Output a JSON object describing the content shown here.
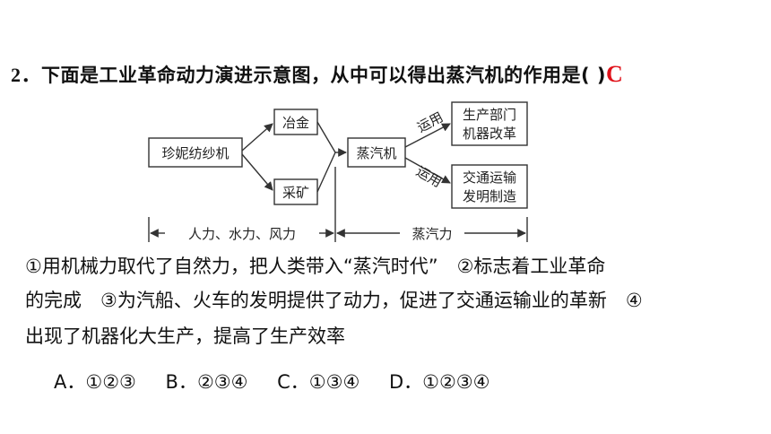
{
  "question": {
    "number": "2．",
    "stem": "下面是工业革命动力演进示意图，从中可以得出蒸汽机的作用是(",
    "close_paren": "  )",
    "answer": "C"
  },
  "diagram": {
    "spinning_jenny": "珍妮纺纱机",
    "metallurgy": "冶金",
    "mining": "采矿",
    "steam_engine": "蒸汽机",
    "apply_top": "运用",
    "apply_bottom": "运用",
    "production_line1": "生产部门",
    "production_line2": "机器改革",
    "transport_line1": "交通运输",
    "transport_line2": "发明制造",
    "era1_label": "人力、水力、风力",
    "era2_label": "蒸汽力"
  },
  "statements": {
    "line1": "①用机械力取代了自然力，把人类带入“蒸汽时代”　②标志着工业革命",
    "line2": "的完成　③为汽船、火车的发明提供了动力，促进了交通运输业的革新　④",
    "line3": "出现了机器化大生产，提高了生产效率"
  },
  "options": {
    "a": "A．①②③",
    "b": "B．②③④",
    "c": "C．①③④",
    "d": "D．①②③④"
  },
  "colors": {
    "answer": "#e0121a",
    "text": "#111111",
    "line": "#333333"
  }
}
